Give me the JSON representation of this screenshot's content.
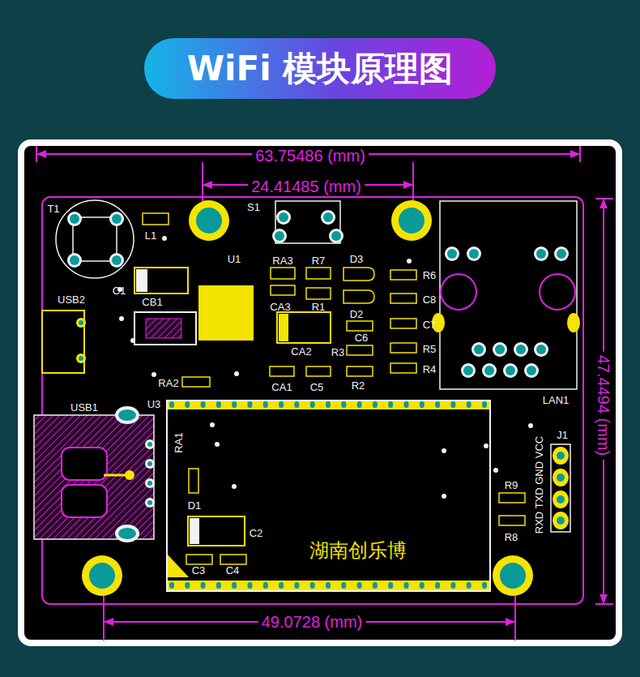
{
  "diagram": {
    "title": "WiFi 模块原理图",
    "nodes": [
      {
        "text": [
          "湖南创乐博"
        ]
      }
    ],
    "labels": [
      "63.75486 (mm)",
      "24.41485 (mm)",
      "T1",
      "L1",
      "S1",
      "U1",
      "RA3",
      "R7",
      "D3",
      "R6",
      "C1",
      "USB2",
      "CB1",
      "CA3",
      "R1",
      "C8",
      "D2",
      "C7",
      "C6",
      "47.4494 (mm)",
      "CA2",
      "R3",
      "R5",
      "R4",
      "RA2",
      "CA1",
      "C5",
      "R2",
      "LAN1",
      "USB1",
      "U3",
      "J1",
      "RA1",
      "RXD TXD GND VCC",
      "R9",
      "D1",
      "C2",
      "R8",
      "C3",
      "C4",
      "49.0728 (mm)"
    ]
  }
}
